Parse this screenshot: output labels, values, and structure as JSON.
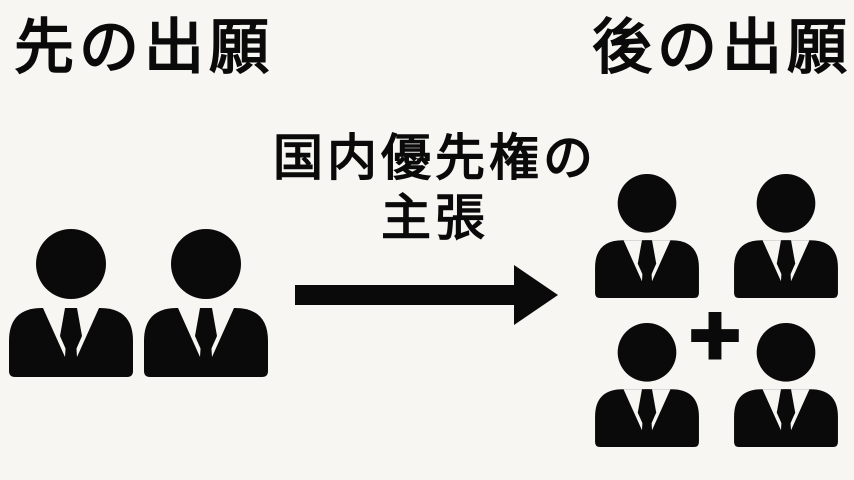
{
  "canvas": {
    "background_color": "#f7f6f3",
    "ink_color": "#0a0a0a"
  },
  "headings": {
    "earlier_application": "先の出願",
    "later_application": "後の出願"
  },
  "priority_claim": {
    "label_line1": "国内優先権の",
    "label_line2": "主張"
  },
  "later_group": {
    "plus_sign": "+"
  },
  "icon_names": {
    "person": "business-person-icon",
    "arrow": "right-arrow-icon",
    "plus": "plus-icon"
  },
  "groups": {
    "earlier_person_count": 2,
    "later_person_count": 4
  }
}
